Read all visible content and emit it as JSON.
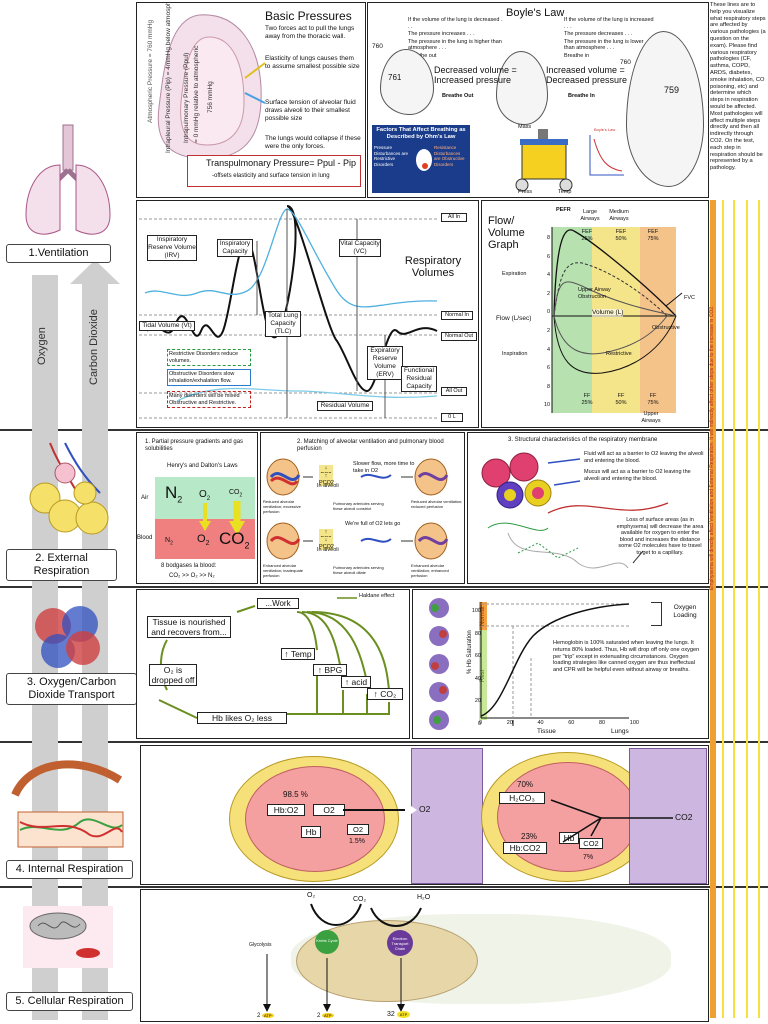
{
  "sidebar": {
    "note": "These lines are to help you visualize what respiratory steps are affected by various pathologies (a question on the exam). Please find various respiratory pathologies (CF, asthma, COPD, ARDS, diabetes, smoke inhalation, CO poisoning, etc) and determine which steps in respiration would be affected. Most pathologies will affect multiple steps directly and then all indirectly through CO2. On the test, each step in respiration should be represented by a pathology.",
    "vertical_text": "Emphysema will directly affect Ventilation and External Respiration. It will indirectly affect other steps due to the increase in CO2."
  },
  "stages": {
    "ventilation": "1.Ventilation",
    "external": "2. External Respiration",
    "transport": "3. Oxygen/Carbon Dioxide Transport",
    "internal": "4. Internal Respiration",
    "cellular": "5. Cellular Respiration",
    "oxygen": "Oxygen",
    "carbon_dioxide": "Carbon Dioxide"
  },
  "basic_pressures": {
    "title": "Basic Pressures",
    "atm": "Atmospheric Pressure = 760 mmHg",
    "intrapleural": "Intrapleural Pressure (Pip) = 4mmHg below atmospheric Pressure",
    "intrapulm": "Intrapulmonary Pressure (Ppul)",
    "intrapulm2": "= 0 mmHg relative to atmospheric",
    "numbers": "756 mmHg",
    "text1": "Two forces act to pull the lungs away from the thoracic wall.",
    "text2": "Elasticity of lungs causes them to assume smallest possible size",
    "text3": "Surface tension of alveolar fluid draws alveoli to their smallest possible size",
    "text4": "The lungs would collapse if these were the only forces.",
    "transpulmonary": "Transpulmonary Pressure= Ppul - Pip",
    "offsets": "-offsets elasticity and surface tension in lung"
  },
  "boyle": {
    "title": "Boyle's Law",
    "left_bullets": [
      "If the volume of the lung is decreased . . .",
      "The pressure increases . . .",
      "The pressure in the lung is higher than atmosphere . . .",
      "Breathe out"
    ],
    "right_bullets": [
      "If the volume of the lung is increased . . .",
      "The pressure decreases . . .",
      "The pressure in the lung is lower than atmosphere . . .",
      "Breathe in"
    ],
    "p760a": "760",
    "p761": "761",
    "p760b": "760",
    "p759": "759",
    "dec_vol": "Decreased volume =",
    "inc_press": "Increased pressure",
    "inc_vol": "Increased volume =",
    "dec_press": "Decreased pressure",
    "breathe_out": "Breathe Out",
    "breathe_in": "Breathe In",
    "factors_title": "Factors That Affect Breathing as Described by Ohm's Law",
    "factors_left": "Pressure Disturbances are Restrictive Disorders",
    "factors_right": "Resistance Disturbances are Obstructive Disorders",
    "piston_labels": [
      "Mass",
      "Press",
      "Temp"
    ],
    "graph_title": "Boyle's Law"
  },
  "volumes": {
    "title": "Respiratory Volumes",
    "irv": "Inspiratory Reserve Volume (IRV)",
    "ic": "Inspiratory Capacity",
    "vc": "Vital Capacity (VC)",
    "tv": "Tidal Volume (Vt)",
    "tlc": "Total Lung Capacity (TLC)",
    "erv": "Expiratory Reserve Volume (ERV)",
    "frc": "Functional Residual Capacity",
    "rv": "Residual Volume",
    "all_in": "All In",
    "normal_in": "Normal In",
    "normal_out": "Normal Out",
    "all_out": "All Out",
    "zero": "0 L",
    "restrictive": "Restrictive Disorders reduce volumes.",
    "obstructive": "Obstructive Disorders slow inhalation/exhalation flow.",
    "mixed": "Many disorders will be mixed Obstructive and Restrictive."
  },
  "flow": {
    "title": "Flow/ Volume Graph",
    "pefr": "PEFR",
    "large": "Large Airways",
    "medium": "Medium Airways",
    "fef1": "FEF 25%",
    "fef2": "FEF 50%",
    "fef3": "FEF 75%",
    "expiration": "Expiration",
    "inspiration": "Inspiration",
    "flow_label": "Flow (L/sec)",
    "volume_label": "Volume (L)",
    "fvc": "FVC",
    "upper_obs": "Upper Airway Obstruction",
    "obstructive": "Obstructive",
    "restrictive": "Restrictive",
    "ff1": "FF 25%",
    "ff2": "FF 50%",
    "ff3": "FF 75%",
    "upper": "Upper Airways",
    "yticks": [
      "8",
      "6",
      "4",
      "2",
      "0",
      "2",
      "4",
      "6",
      "8",
      "10"
    ]
  },
  "ext": {
    "p1_title": "1. Partial pressure gradients and gas solubilities",
    "p1_sub": "Henry's and Dalton's Laws",
    "air": "Air",
    "blood": "Blood",
    "n2": "N",
    "n2sub": "2",
    "o2_air": "O",
    "co2_air": "CO",
    "n2_blood": "N",
    "o2_blood": "O",
    "co2_blood": "CO",
    "sub2": "2",
    "gases_blood": "8 bodgases la blood:",
    "order": "CO₂ >> O₂ >> N₂",
    "p2_title": "2. Matching of alveolar ventilation and pulmonary blood perfusion",
    "slower": "Slower flow, more time to take in O2",
    "full": "We're full of O2 lets go",
    "cap1": "Reduced alveolar ventilation; excessive perfusion",
    "cap2": "Pulmonary arterioles serving these alveoli constrict",
    "cap3": "Reduced alveolar ventilation; reduced perfusion",
    "cap4": "Enhanced alveolar ventilation; inadequate perfusion",
    "cap5": "Pulmonary arterioles serving these alveoli dilate",
    "cap6": "Enhanced alveolar ventilation; enhanced perfusion",
    "po2_down": "↓ PO2",
    "pco2_up": "↑ PCO2",
    "po2_up": "↑ PO2",
    "pco2_down": "↓ PCO2",
    "in_alveoli": "In alveoli",
    "p3_title": "3. Structural characteristics of the respiratory membrane",
    "fluid": "Fluid will act as a barrier to O2 leaving the alveoli and entering the blood.",
    "mucus": "Mucus will act as a barrier to O2 leaving the alveoli and entering the blood.",
    "loss": "Loss of surface areas (as in emphysema) will decrease the area available for oxygen to enter the blood and increases the distance some O2 molecules have to travel to get to a capillary."
  },
  "transport": {
    "work": "...Work",
    "nourished": "Tissue is nourished and recovers from...",
    "dropped": "O₂ is dropped off",
    "hb_less": "Hb likes O₂ less",
    "temp": "↑ Temp",
    "bpg": "↑ BPG",
    "acid": "↑ acid",
    "co2": "↑ CO₂",
    "haldane": "Haldane effect",
    "normal_label": "Normal",
    "rest_label": "Rest",
    "ylabel": "% Hb Saturation",
    "yticks": [
      "100",
      "80",
      "60",
      "40",
      "20",
      "0"
    ],
    "xticks": [
      "0",
      "20",
      "40",
      "60",
      "80",
      "100"
    ],
    "tissue": "Tissue",
    "lungs": "Lungs",
    "loading": "Oxygen Loading",
    "note": "Hemoglobin is 100% saturated when leaving the lungs. It returns 80% loaded. Thus, Hb will drop off only one oxygen per \"trip\" except in extenuating circumstances. Oxygen loading strategies like canned oxygen are thus ineffectual and CPR will be helpful even without airway or breaths."
  },
  "internal": {
    "pct98": "98.5 %",
    "hbo2": "Hb:O2",
    "o2": "O2",
    "o2out": "O2",
    "hb": "Hb",
    "o2small": "O2",
    "pct15": "1.5%",
    "pct70": "70%",
    "h2co3": "H₂CO₃",
    "pct23": "23%",
    "hbco2": "Hb:CO2",
    "hb2": "Hb",
    "co2small": "CO2",
    "co2cell": "CO2",
    "pct7": "7%"
  },
  "cellular": {
    "o2": "O₂",
    "co2": "CO₂",
    "h2o": "H₂O",
    "glycolysis": "Glycolysis",
    "krebs": "Krebs Cycle",
    "etc": "Electron Transport Chain",
    "atp1": "2",
    "atp2": "2",
    "atp3": "32",
    "atp_word": "ATP"
  },
  "colors": {
    "lung_pink": "#f3e0ea",
    "alveoli_yellow": "#f5e06a",
    "blood_pink": "#f08080",
    "cell_purple": "#cdb6e0",
    "grad_green": "#b7e2b0",
    "grad_orange": "#f4c38a"
  }
}
